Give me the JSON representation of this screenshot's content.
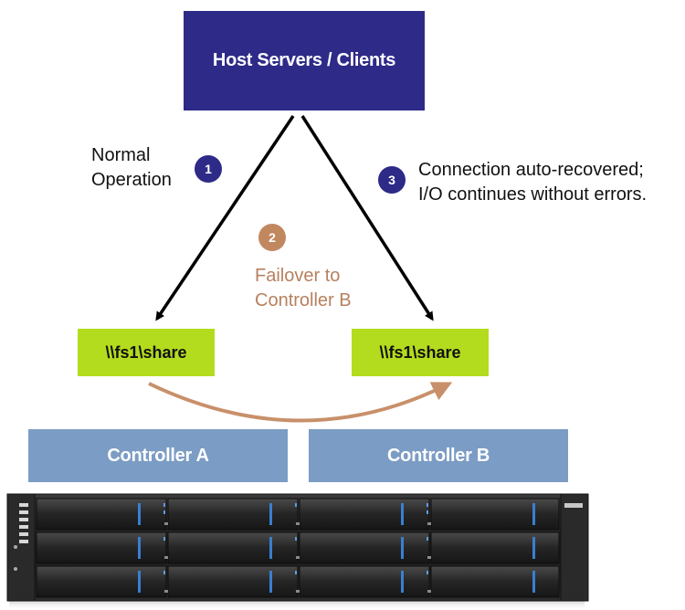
{
  "host": {
    "label": "Host Servers / Clients"
  },
  "steps": [
    {
      "number": "1",
      "text_lines": [
        "Normal",
        "Operation"
      ]
    },
    {
      "number": "2",
      "text_lines": [
        "Failover to",
        "Controller B"
      ]
    },
    {
      "number": "3",
      "text_lines": [
        "Connection auto-recovered;",
        "I/O continues without errors."
      ]
    }
  ],
  "shares": {
    "left": "\\\\fs1\\share",
    "right": "\\\\fs1\\share"
  },
  "controllers": {
    "a": "Controller A",
    "b": "Controller B"
  },
  "colors": {
    "host": "#2e2a88",
    "badge_navy": "#2e2a88",
    "badge_orange": "#c18860",
    "share": "#b4dc1e",
    "controller": "#7b9cc4",
    "failover_arrow": "#c8906a"
  }
}
